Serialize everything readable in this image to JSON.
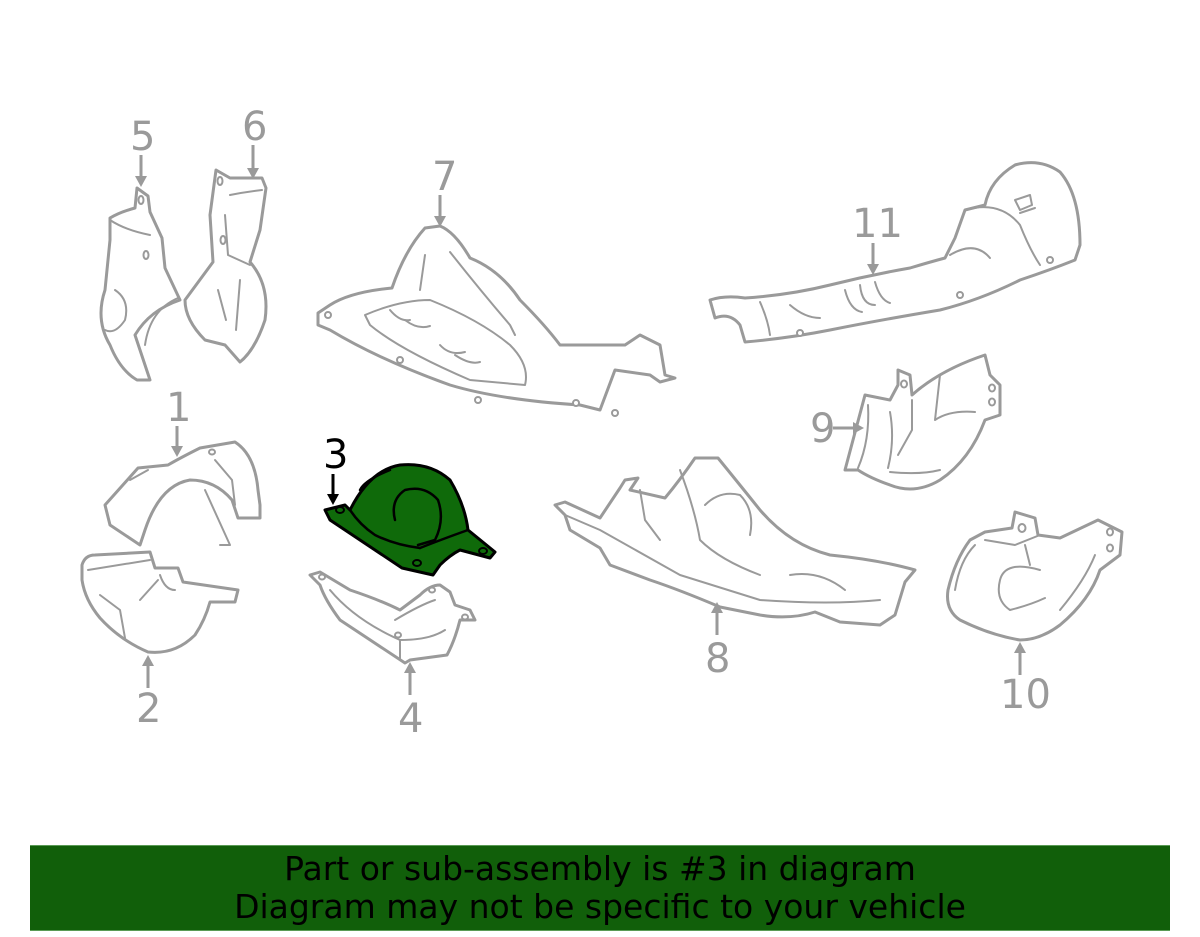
{
  "diagram": {
    "highlighted_part": "3",
    "highlight_color": "#0f6a0a",
    "line_color": "#9a9a9a",
    "callouts": [
      {
        "id": "1",
        "label": "1"
      },
      {
        "id": "2",
        "label": "2"
      },
      {
        "id": "3",
        "label": "3"
      },
      {
        "id": "4",
        "label": "4"
      },
      {
        "id": "5",
        "label": "5"
      },
      {
        "id": "6",
        "label": "6"
      },
      {
        "id": "7",
        "label": "7"
      },
      {
        "id": "8",
        "label": "8"
      },
      {
        "id": "9",
        "label": "9"
      },
      {
        "id": "10",
        "label": "10"
      },
      {
        "id": "11",
        "label": "11"
      }
    ]
  },
  "banner": {
    "line1": "Part or sub-assembly is #3 in diagram",
    "line2": "Diagram may not be specific to your vehicle",
    "background_color": "#115f0a"
  }
}
